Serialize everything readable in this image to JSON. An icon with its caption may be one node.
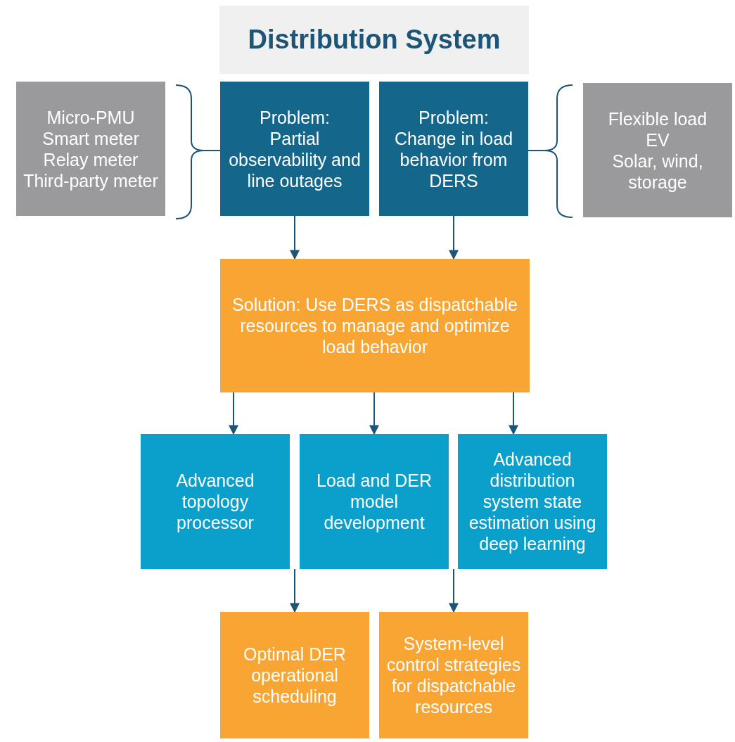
{
  "diagram": {
    "nodes": [
      {
        "text": [
          "Distribution System"
        ]
      },
      {
        "text": [
          "Micro-PMU",
          "Smart meter",
          "Relay meter",
          "Third-party meter"
        ]
      },
      {
        "text": [
          "Problem:",
          "Partial observability and line outages"
        ]
      },
      {
        "text": [
          "Problem:",
          "Change in load behavior from DERS"
        ]
      },
      {
        "text": [
          "Flexible load",
          "EV",
          "Solar, wind, storage"
        ]
      },
      {
        "text": [
          "Solution: Use DERS as dispatchable resources to manage and optimize load behavior"
        ]
      },
      {
        "text": [
          "Advanced topology processor"
        ]
      },
      {
        "text": [
          "Load and DER model development"
        ]
      },
      {
        "text": [
          "Advanced distribution system state estimation using deep learning"
        ]
      },
      {
        "text": [
          "Optimal DER operational scheduling"
        ]
      },
      {
        "text": [
          "System-level control strategies for dispatchable resources"
        ]
      }
    ],
    "edges": [
      {
        "from": 2,
        "to": 5,
        "arrow": "to"
      },
      {
        "from": 3,
        "to": 5,
        "arrow": "to"
      },
      {
        "from": 5,
        "to": 6,
        "arrow": "to"
      },
      {
        "from": 5,
        "to": 7,
        "arrow": "to"
      },
      {
        "from": 5,
        "to": 8,
        "arrow": "to"
      },
      {
        "from": 6,
        "to": 9,
        "arrow": "to"
      },
      {
        "from": 7,
        "to": 10,
        "arrow": "to"
      }
    ]
  }
}
